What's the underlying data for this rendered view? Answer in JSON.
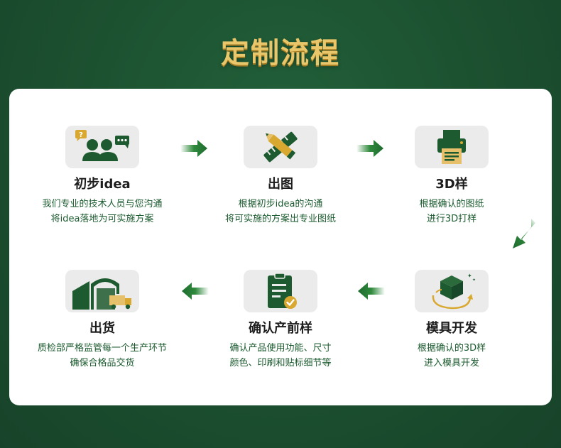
{
  "page": {
    "title": "定制流程"
  },
  "steps": [
    {
      "title": "初步idea",
      "desc_line1": "我们专业的技术人员与您沟通",
      "desc_line2": "将idea落地为可实施方案",
      "icon": "discussion-icon"
    },
    {
      "title": "出图",
      "desc_line1": "根据初步idea的沟通",
      "desc_line2": "将可实施的方案出专业图纸",
      "icon": "ruler-pencil-icon"
    },
    {
      "title": "3D样",
      "desc_line1": "根据确认的图纸",
      "desc_line2": "进行3D打样",
      "icon": "printer-icon"
    },
    {
      "title": "模具开发",
      "desc_line1": "根据确认的3D样",
      "desc_line2": "进入模具开发",
      "icon": "cube-rotate-icon"
    },
    {
      "title": "确认产前样",
      "desc_line1": "确认产品使用功能、尺寸",
      "desc_line2": "颜色、印刷和贴标细节等",
      "icon": "clipboard-check-icon"
    },
    {
      "title": "出货",
      "desc_line1": "质检部严格监管每一个生产环节",
      "desc_line2": "确保合格品交货",
      "icon": "warehouse-truck-icon"
    }
  ],
  "colors": {
    "background": "#1c5130",
    "title_gold": "#e9c66a",
    "icon_green": "#1e5a2f",
    "icon_gold": "#d9a830",
    "arrow_green": "#2f8a3c",
    "text_green": "#1a5a2e"
  }
}
